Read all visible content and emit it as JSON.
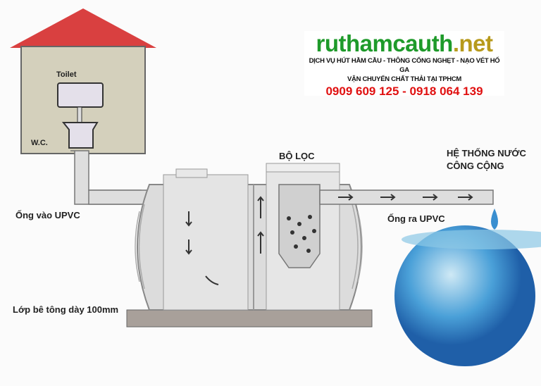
{
  "ad": {
    "site_main": "ruthamcauth",
    "site_tld": ".net",
    "services_line1": "DỊCH VỤ HÚT HẦM CẦU - THÔNG CỐNG NGHẸT - NẠO VÉT HỐ GA",
    "services_line2": "VẬN CHUYỂN CHẤT THẢI TẠI TPHCM",
    "phones": "0909 609 125 - 0918  064 139"
  },
  "labels": {
    "toilet": "Toilet",
    "wc": "W.C.",
    "inlet_pipe": "Ống vào UPVC",
    "concrete_layer": "Lớp bê tông dày 100mm",
    "filter": "BỘ LỌC",
    "public_water_line1": "HỆ THỐNG NƯỚC",
    "public_water_line2": "CÔNG CỘNG",
    "outlet_pipe": "Ống ra UPVC"
  },
  "colors": {
    "roof": "#d94040",
    "house": "#d4d0bc",
    "tank": "#dcdcdc",
    "water": "#3a8fd0",
    "brand_green": "#1e9a2a",
    "phone_red": "#e01010"
  }
}
